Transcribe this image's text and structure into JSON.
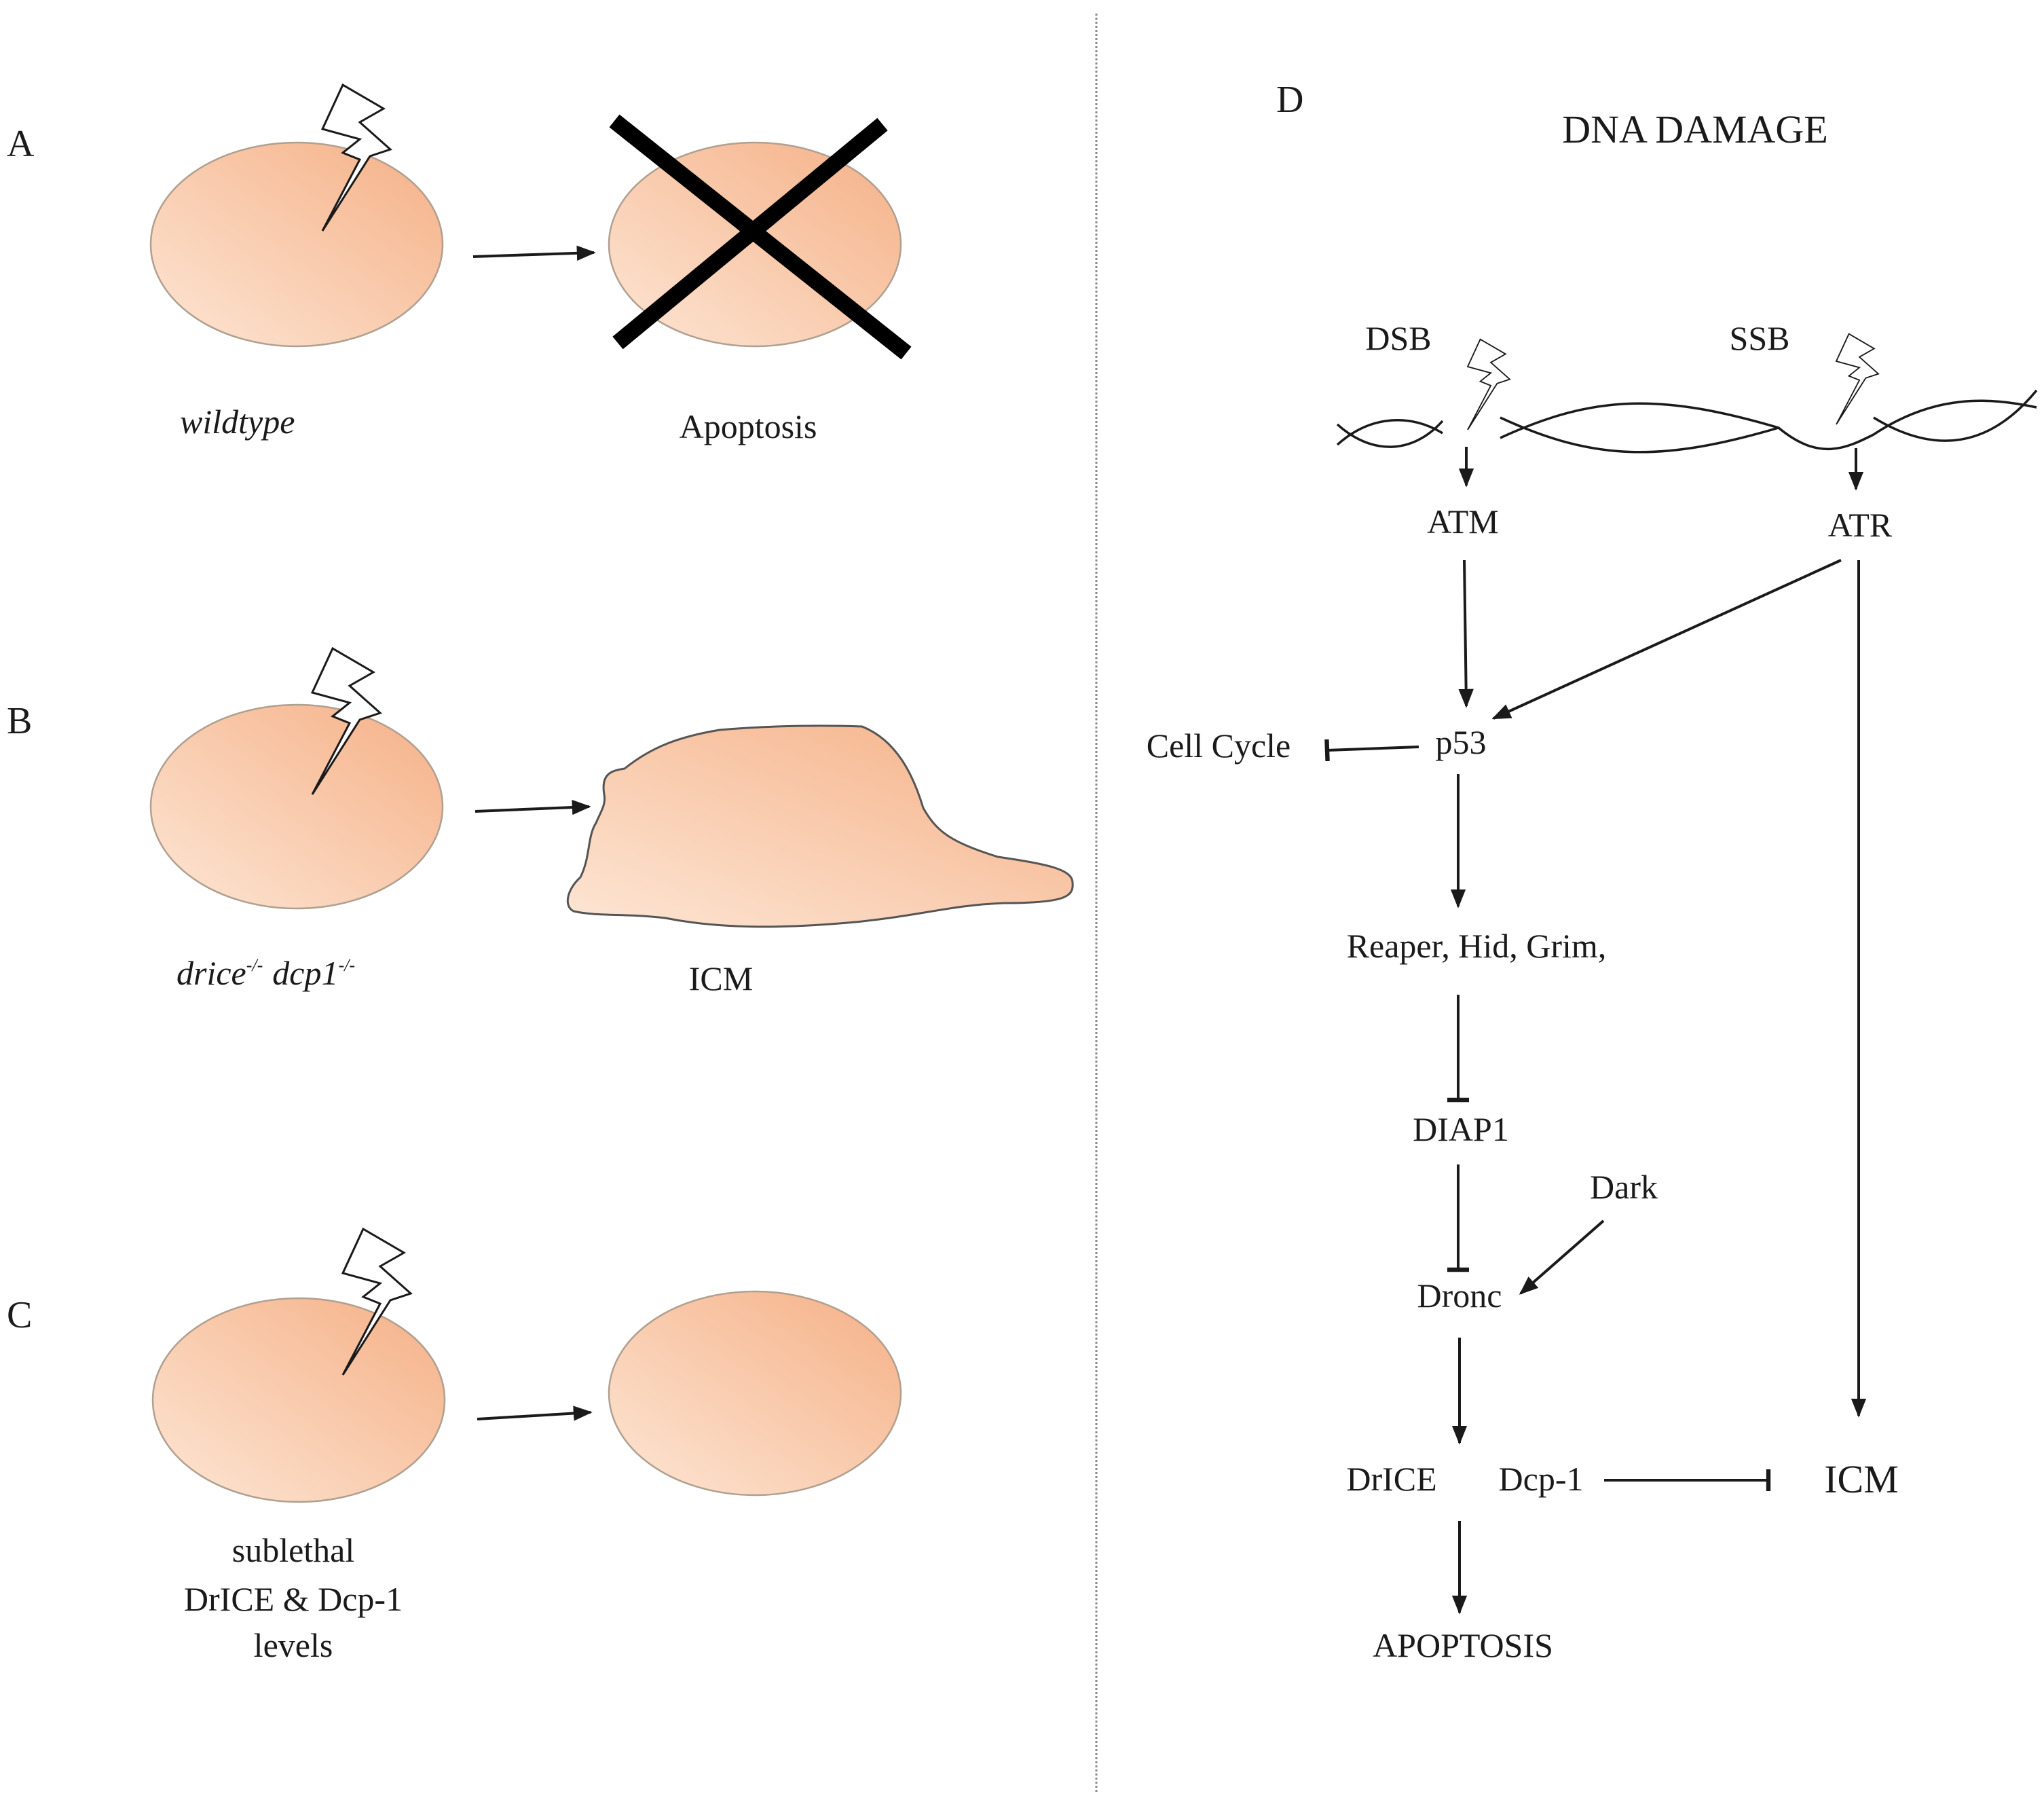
{
  "panels": {
    "a": {
      "letter": "A",
      "genotype": "wildtype",
      "outcome": "Apoptosis"
    },
    "b": {
      "letter": "B",
      "genotype_1": "drice",
      "genotype_1_sup": "-/-",
      "genotype_2": "dcp1",
      "genotype_2_sup": "-/-",
      "outcome": "ICM"
    },
    "c": {
      "letter": "C",
      "caption_line1": "sublethal",
      "caption_line2": "DrICE & Dcp-1",
      "caption_line3": "levels"
    },
    "d": {
      "letter": "D",
      "title": "DNA DAMAGE",
      "nodes": {
        "dsb": "DSB",
        "ssb": "SSB",
        "atm": "ATM",
        "atr": "ATR",
        "cell_cycle": "Cell Cycle",
        "p53": "p53",
        "rhg": "Reaper, Hid, Grim,",
        "diap1": "DIAP1",
        "dark": "Dark",
        "dronc": "Dronc",
        "drice": "DrICE",
        "dcp1": "Dcp-1",
        "icm": "ICM",
        "apoptosis": "APOPTOSIS"
      }
    }
  },
  "colors": {
    "cell_light": "#fde6d5",
    "cell_dark": "#f5b086",
    "ink": "#1a1a1a",
    "divider": "#8a8a8a"
  },
  "icons": [
    "lightning-bolt-icon",
    "cross-mark-icon",
    "dna-strand-icon"
  ]
}
